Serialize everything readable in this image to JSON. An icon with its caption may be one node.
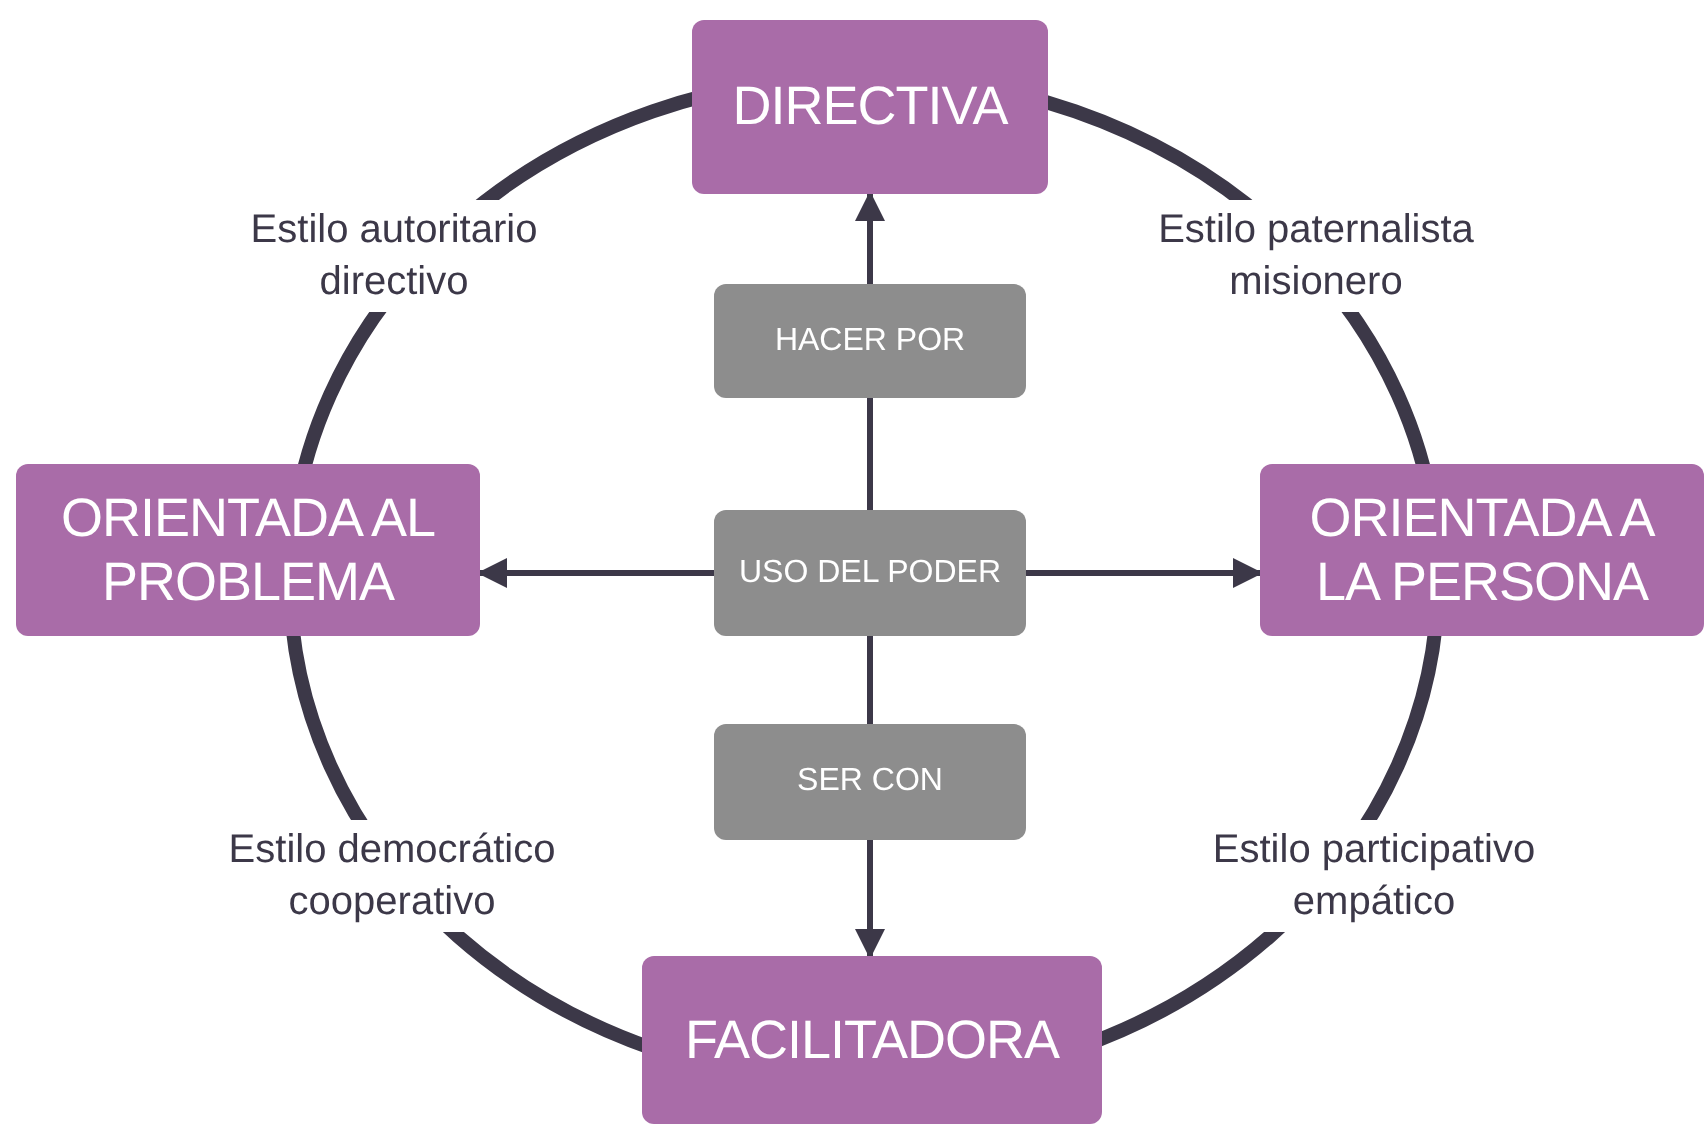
{
  "diagram": {
    "nodes": [
      {
        "text": [
          "DIRECTIVA"
        ]
      },
      {
        "text": [
          "HACER POR"
        ]
      },
      {
        "text": [
          "ORIENTADA AL PROBLEMA"
        ]
      },
      {
        "text": [
          "USO DEL PODER"
        ]
      },
      {
        "text": [
          "ORIENTADA A LA PERSONA"
        ]
      },
      {
        "text": [
          "SER CON"
        ]
      },
      {
        "text": [
          "FACILITADORA"
        ]
      }
    ],
    "edges": [
      {
        "from": 1,
        "to": 0,
        "arrow": "to"
      },
      {
        "from": 3,
        "to": 1,
        "arrow": "none"
      },
      {
        "from": 3,
        "to": 2,
        "arrow": "to"
      },
      {
        "from": 3,
        "to": 4,
        "arrow": "to"
      },
      {
        "from": 3,
        "to": 5,
        "arrow": "none"
      },
      {
        "from": 5,
        "to": 6,
        "arrow": "to"
      }
    ],
    "labels": [
      "Estilo autoritario directivo",
      "Estilo paternalista misionero",
      "Estilo democrático cooperativo",
      "Estilo participativo empático"
    ]
  }
}
